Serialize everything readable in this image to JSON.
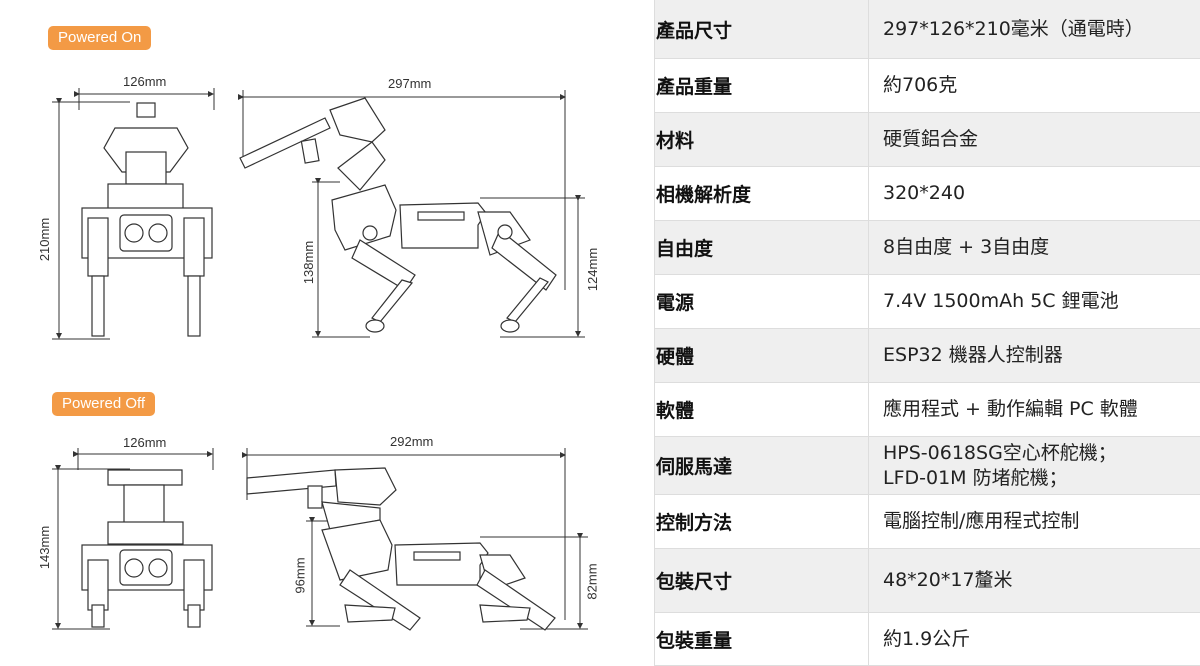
{
  "diagram": {
    "powered_on": {
      "badge": "Powered On",
      "front_width": "126mm",
      "front_height": "210mm",
      "side_length": "297mm",
      "side_front_height": "138mm",
      "side_rear_height": "124mm"
    },
    "powered_off": {
      "badge": "Powered Off",
      "front_width": "126mm",
      "front_height": "143mm",
      "side_length": "292mm",
      "side_front_height": "96mm",
      "side_rear_height": "82mm"
    },
    "badge_color": "#f39a45"
  },
  "specs": [
    {
      "label": "產品尺寸",
      "value": [
        "297*126*210毫米（通電時）"
      ]
    },
    {
      "label": "產品重量",
      "value": [
        "約706克"
      ]
    },
    {
      "label": "材料",
      "value": [
        "硬質鋁合金"
      ]
    },
    {
      "label": "相機解析度",
      "value": [
        "320*240"
      ]
    },
    {
      "label": "自由度",
      "value": [
        "8自由度 + 3自由度"
      ]
    },
    {
      "label": "電源",
      "value": [
        "7.4V 1500mAh 5C 鋰電池"
      ]
    },
    {
      "label": "硬體",
      "value": [
        "ESP32 機器人控制器"
      ]
    },
    {
      "label": "軟體",
      "value": [
        "應用程式 + 動作編輯 PC 軟體"
      ]
    },
    {
      "label": "伺服馬達",
      "value": [
        "HPS-0618SG空心杯舵機；",
        "LFD-01M 防堵舵機；"
      ]
    },
    {
      "label": "控制方法",
      "value": [
        "電腦控制/應用程式控制"
      ]
    },
    {
      "label": "包裝尺寸",
      "value": [
        "48*20*17釐米"
      ]
    },
    {
      "label": "包裝重量",
      "value": [
        "約1.9公斤"
      ]
    }
  ]
}
